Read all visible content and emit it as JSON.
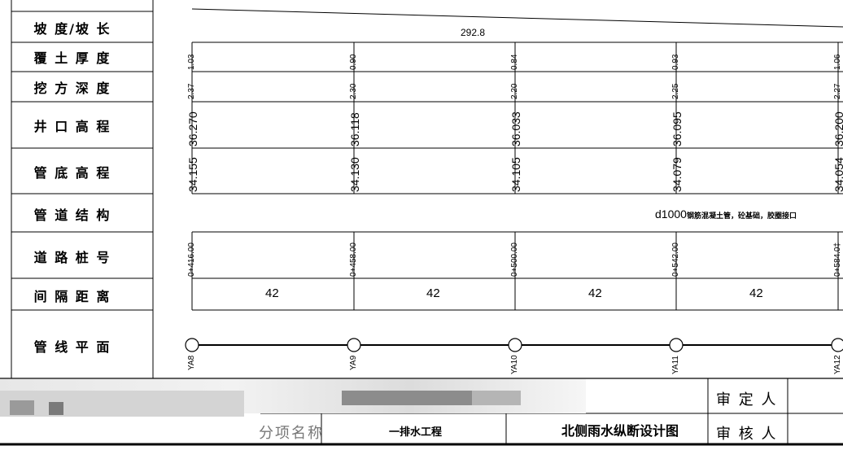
{
  "row_labels": [
    "坡 度/坡 长",
    "覆 土 厚 度",
    "挖 方 深 度",
    "井 口 高 程",
    "管 底 高 程",
    "管 道 结 构",
    "道 路 桩 号",
    "间 隔 距 离",
    "管 线 平 面"
  ],
  "slope_length": "292.8",
  "cover_depth": [
    "1.03",
    "0.90",
    "0.84",
    "0.93",
    "1.06"
  ],
  "excavation_depth": [
    "2.37",
    "2.30",
    "2.20",
    "2.25",
    "2.27"
  ],
  "rim_elevation": [
    "36.270",
    "36.118",
    "36.033",
    "36.095",
    "36.200"
  ],
  "invert_elevation": [
    "34.155",
    "34.130",
    "34.105",
    "34.079",
    "34.054"
  ],
  "pipe_structure": {
    "size": "d1000",
    "material": "钢筋混凝土管，砼基础，胶圈接口"
  },
  "stations": [
    "0+416.00",
    "0+458.00",
    "0+500.00",
    "0+542.00",
    "0+584.0‡"
  ],
  "spacing": [
    "42",
    "42",
    "42",
    "42"
  ],
  "manholes": [
    "YA8",
    "YA9",
    "YA10",
    "YA11",
    "YA12"
  ],
  "title_block": {
    "item_label": "分项名称",
    "item_value": "一排水工程",
    "drawing_title": "北侧雨水纵断设计图",
    "approver_label": "审 定 人",
    "reviewer_label": "审 核 人"
  }
}
